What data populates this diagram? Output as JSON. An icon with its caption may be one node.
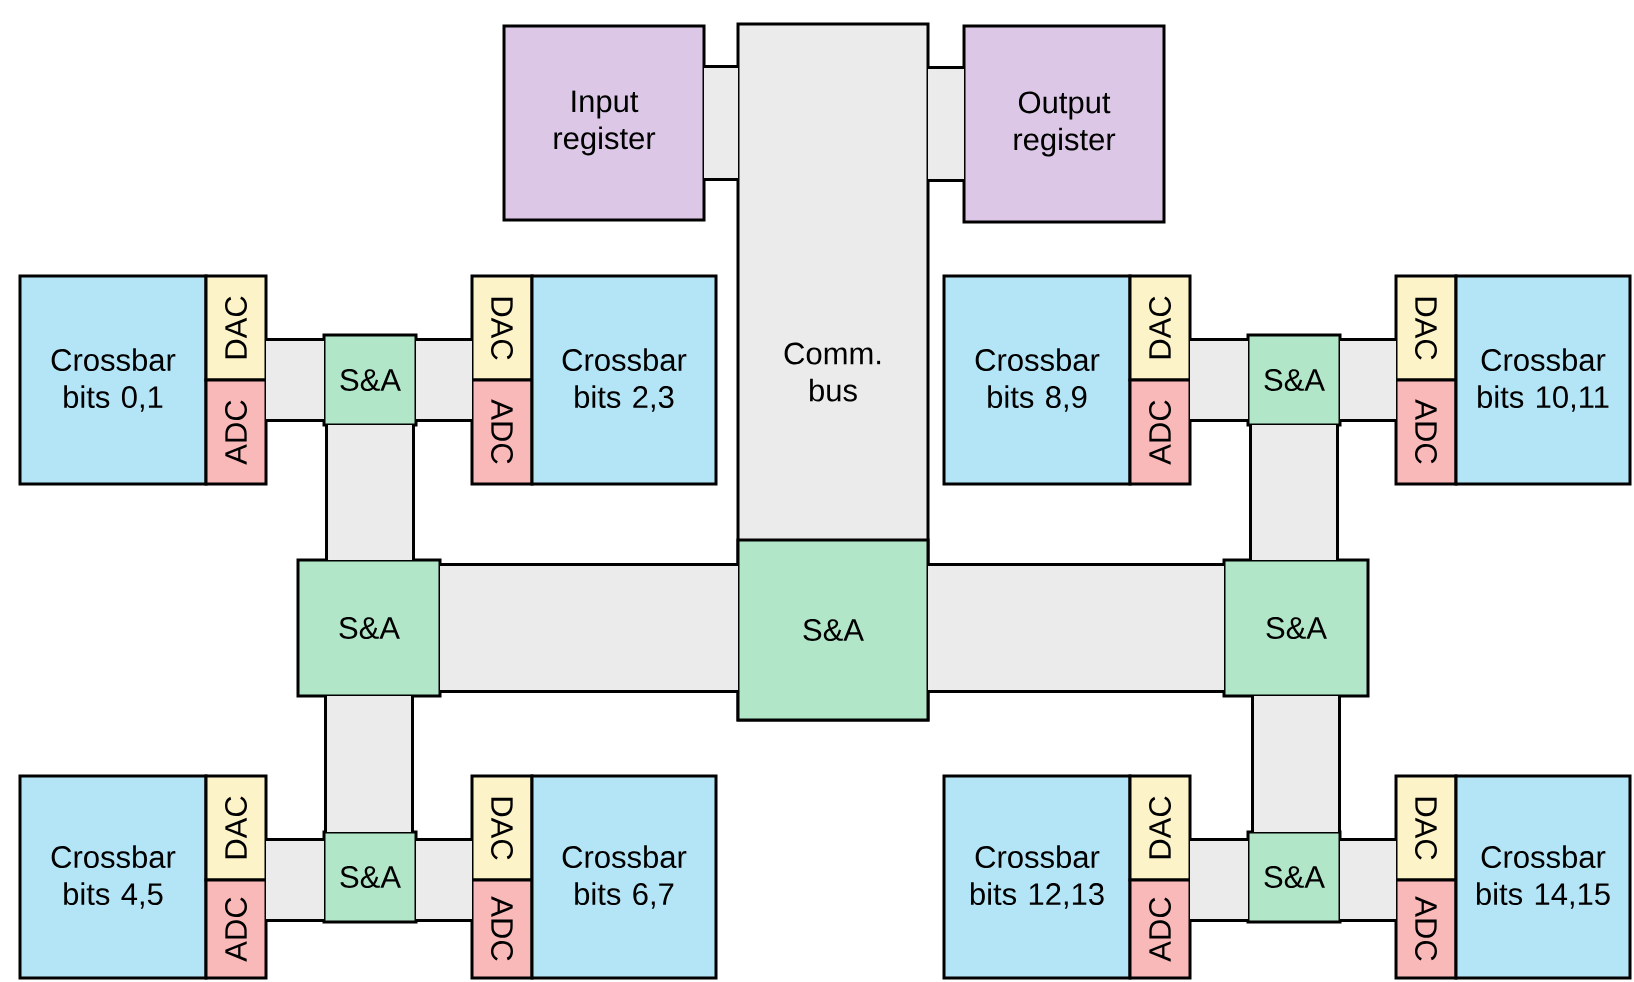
{
  "diagram": {
    "nodes": [
      {
        "text": [
          "Input register"
        ]
      },
      {
        "text": [
          "Comm. bus"
        ]
      },
      {
        "text": [
          "Output register"
        ]
      },
      {
        "text": [
          "Crossbar bits 0,1"
        ]
      },
      {
        "text": [
          "DAC"
        ]
      },
      {
        "text": [
          "ADC"
        ]
      },
      {
        "text": [
          "S&A"
        ]
      },
      {
        "text": [
          "DAC"
        ]
      },
      {
        "text": [
          "ADC"
        ]
      },
      {
        "text": [
          "Crossbar bits 2,3"
        ]
      },
      {
        "text": [
          "Crossbar bits 8,9"
        ]
      },
      {
        "text": [
          "DAC"
        ]
      },
      {
        "text": [
          "ADC"
        ]
      },
      {
        "text": [
          "S&A"
        ]
      },
      {
        "text": [
          "DAC"
        ]
      },
      {
        "text": [
          "ADC"
        ]
      },
      {
        "text": [
          "Crossbar bits 10,11"
        ]
      },
      {
        "text": [
          "S&A"
        ]
      },
      {
        "text": [
          "S&A"
        ],
        "in": 1
      },
      {
        "text": [
          "S&A"
        ]
      },
      {
        "text": [
          "Crossbar bits 4,5"
        ]
      },
      {
        "text": [
          "DAC"
        ]
      },
      {
        "text": [
          "ADC"
        ]
      },
      {
        "text": [
          "S&A"
        ]
      },
      {
        "text": [
          "DAC"
        ]
      },
      {
        "text": [
          "ADC"
        ]
      },
      {
        "text": [
          "Crossbar bits 6,7"
        ]
      },
      {
        "text": [
          "Crossbar bits 12,13"
        ]
      },
      {
        "text": [
          "DAC"
        ]
      },
      {
        "text": [
          "ADC"
        ]
      },
      {
        "text": [
          "S&A"
        ]
      },
      {
        "text": [
          "DAC"
        ]
      },
      {
        "text": [
          "ADC"
        ]
      },
      {
        "text": [
          "Crossbar bits 14,15"
        ]
      }
    ],
    "edges": [
      {
        "from": 0,
        "to": 1,
        "arrow": "none"
      },
      {
        "from": 1,
        "to": 2,
        "arrow": "none"
      },
      {
        "from": 4,
        "to": 6,
        "arrow": "none"
      },
      {
        "from": 5,
        "to": 6,
        "arrow": "none"
      },
      {
        "from": 6,
        "to": 7,
        "arrow": "none"
      },
      {
        "from": 6,
        "to": 8,
        "arrow": "none"
      },
      {
        "from": 11,
        "to": 13,
        "arrow": "none"
      },
      {
        "from": 12,
        "to": 13,
        "arrow": "none"
      },
      {
        "from": 13,
        "to": 14,
        "arrow": "none"
      },
      {
        "from": 13,
        "to": 15,
        "arrow": "none"
      },
      {
        "from": 21,
        "to": 23,
        "arrow": "none"
      },
      {
        "from": 22,
        "to": 23,
        "arrow": "none"
      },
      {
        "from": 23,
        "to": 24,
        "arrow": "none"
      },
      {
        "from": 23,
        "to": 25,
        "arrow": "none"
      },
      {
        "from": 28,
        "to": 30,
        "arrow": "none"
      },
      {
        "from": 29,
        "to": 30,
        "arrow": "none"
      },
      {
        "from": 30,
        "to": 31,
        "arrow": "none"
      },
      {
        "from": 30,
        "to": 32,
        "arrow": "none"
      },
      {
        "from": 6,
        "to": 17,
        "arrow": "none"
      },
      {
        "from": 17,
        "to": 23,
        "arrow": "none"
      },
      {
        "from": 17,
        "to": 18,
        "arrow": "none"
      },
      {
        "from": 18,
        "to": 19,
        "arrow": "none"
      },
      {
        "from": 13,
        "to": 19,
        "arrow": "none"
      },
      {
        "from": 19,
        "to": 30,
        "arrow": "none"
      }
    ]
  }
}
